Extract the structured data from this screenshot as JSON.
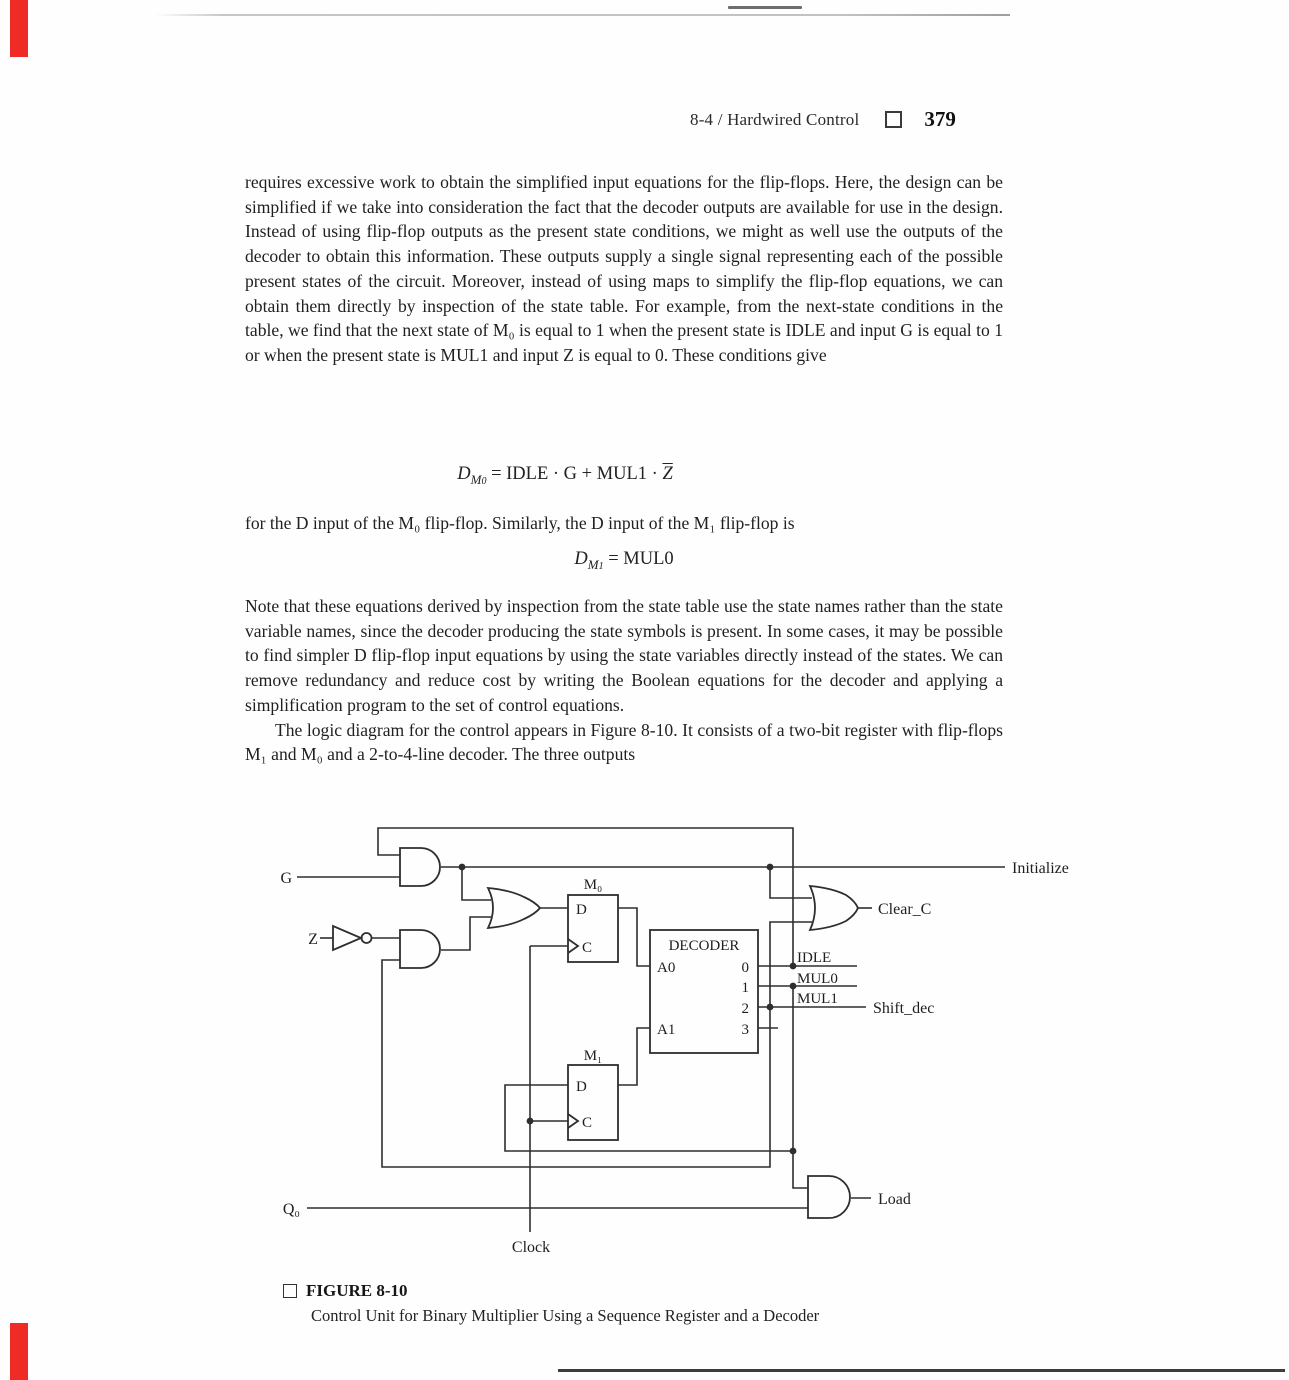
{
  "page": {
    "header": {
      "section": "8-4 / Hardwired Control",
      "page_number": "379"
    },
    "body": {
      "p1": "requires excessive work to obtain the simplified input equations for the flip-flops. Here, the design can be simplified if we take into consideration the fact that the decoder outputs are available for use in the design. Instead of using flip-flop outputs as the present state conditions, we might as well use the outputs of the decoder to obtain this information. These outputs supply a single signal representing each of the possible present states of the circuit. Moreover, instead of using maps to simplify the flip-flop equations, we can obtain them directly by inspection of the state table. For example, from the next-state conditions in the table, we find that the next state of M₀ is equal to 1 when the present state is IDLE and input G is equal to 1 or when the present state is MUL1 and input Z is equal to 0. These conditions give",
      "eq1": {
        "lhs": "D",
        "sub": "M",
        "subsub": "0",
        "mid": " = IDLE · G + MUL1 · ",
        "over": "Z"
      },
      "p2": "for the D input of the M₀ flip-flop. Similarly, the D input of the M₁ flip-flop is",
      "eq2": {
        "lhs": "D",
        "sub": "M",
        "subsub": "1",
        "mid": " = MUL0"
      },
      "p3": "Note that these equations derived by inspection from the state table use the state names rather than the state variable names, since the decoder producing the state symbols is present. In some cases, it may be possible to find simpler D flip-flop input equations by using the state variables directly instead of the states. We can remove redundancy and reduce cost by writing the Boolean equations for the decoder and applying a simplification program to the set of control equations.",
      "p4": "The logic diagram for the control appears in Figure 8-10. It consists of a two-bit register with flip-flops M₁ and M₀ and a 2-to-4-line decoder. The three outputs"
    },
    "figure": {
      "caption_label": "FIGURE 8-10",
      "caption_text": "Control Unit for Binary Multiplier Using a Sequence Register and a Decoder",
      "labels": {
        "g": "G",
        "z": "Z",
        "q0": "Q₀",
        "clock": "Clock",
        "m0": "M₀",
        "m1": "M₁",
        "d_m0": "D",
        "c_m0": "C",
        "d_m1": "D",
        "c_m1": "C",
        "decoder": "DECODER",
        "a0": "A0",
        "a1": "A1",
        "out0": "0",
        "out1": "1",
        "out2": "2",
        "out3": "3",
        "initialize": "Initialize",
        "clear_c": "Clear_C",
        "idle": "IDLE",
        "mul0": "MUL0",
        "mul1": "MUL1",
        "shift_dec": "Shift_dec",
        "load": "Load"
      }
    }
  }
}
